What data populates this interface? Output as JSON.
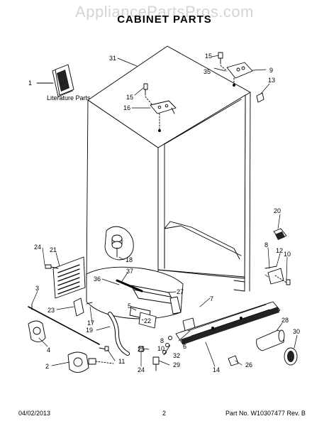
{
  "header": {
    "watermark": "AppliancePartsPros.com",
    "title": "CABINET PARTS"
  },
  "literature_label": "Literature Parts",
  "callouts": [
    {
      "id": "c31",
      "label": "31"
    },
    {
      "id": "c1",
      "label": "1"
    },
    {
      "id": "c15a",
      "label": "15"
    },
    {
      "id": "c35",
      "label": "35"
    },
    {
      "id": "c9",
      "label": "9"
    },
    {
      "id": "c13",
      "label": "13"
    },
    {
      "id": "c15b",
      "label": "15"
    },
    {
      "id": "c16",
      "label": "16"
    },
    {
      "id": "c20",
      "label": "20"
    },
    {
      "id": "c24a",
      "label": "24"
    },
    {
      "id": "c21",
      "label": "21"
    },
    {
      "id": "c18",
      "label": "18"
    },
    {
      "id": "c8a",
      "label": "8"
    },
    {
      "id": "c12",
      "label": "12"
    },
    {
      "id": "c10a",
      "label": "10"
    },
    {
      "id": "c37",
      "label": "37"
    },
    {
      "id": "c36",
      "label": "36"
    },
    {
      "id": "c27",
      "label": "27"
    },
    {
      "id": "c3",
      "label": "3"
    },
    {
      "id": "c7",
      "label": "7"
    },
    {
      "id": "c5",
      "label": "5"
    },
    {
      "id": "c23",
      "label": "23"
    },
    {
      "id": "c22",
      "label": "22"
    },
    {
      "id": "c17",
      "label": "17"
    },
    {
      "id": "c19",
      "label": "19"
    },
    {
      "id": "c28",
      "label": "28"
    },
    {
      "id": "c8b",
      "label": "8"
    },
    {
      "id": "c10b",
      "label": "10"
    },
    {
      "id": "c30",
      "label": "30"
    },
    {
      "id": "c25",
      "label": "25"
    },
    {
      "id": "c6",
      "label": "6"
    },
    {
      "id": "c4",
      "label": "4"
    },
    {
      "id": "c32",
      "label": "32"
    },
    {
      "id": "c11",
      "label": "11"
    },
    {
      "id": "c2",
      "label": "2"
    },
    {
      "id": "c24b",
      "label": "24"
    },
    {
      "id": "c29",
      "label": "29"
    },
    {
      "id": "c14",
      "label": "14"
    },
    {
      "id": "c26",
      "label": "26"
    }
  ],
  "footer": {
    "date": "04/02/2013",
    "page": "2",
    "part_no": "Part No.  W10307477  Rev. B"
  }
}
